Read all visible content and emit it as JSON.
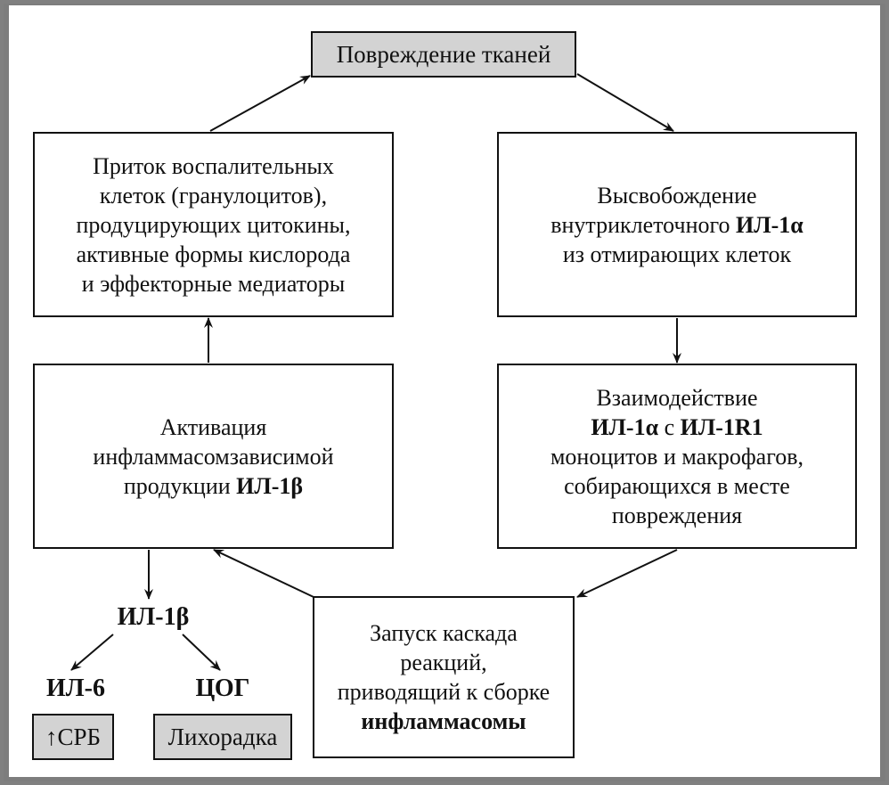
{
  "diagram": {
    "nodes": {
      "tissue_damage": {
        "lines": [
          [
            "Повреждение тканей"
          ]
        ]
      },
      "il1a_release": {
        "lines": [
          [
            "Высвобождение"
          ],
          [
            "внутриклеточного ",
            {
              "b": "ИЛ-1α"
            }
          ],
          [
            "из отмирающих клеток"
          ]
        ]
      },
      "il1a_interaction": {
        "lines": [
          [
            "Взаимодействие"
          ],
          [
            {
              "b": "ИЛ-1α"
            },
            " с ",
            {
              "b": "ИЛ-1R1"
            }
          ],
          [
            "моноцитов и макрофагов,"
          ],
          [
            "собирающихся в месте"
          ],
          [
            "повреждения"
          ]
        ]
      },
      "cascade_launch": {
        "lines": [
          [
            "Запуск каскада"
          ],
          [
            "реакций,"
          ],
          [
            "приводящий к сборке"
          ],
          [
            {
              "b": "инфламмасомы"
            }
          ]
        ]
      },
      "il1b_activation": {
        "lines": [
          [
            "Активация"
          ],
          [
            "инфламмасомзависимой"
          ],
          [
            "продукции ",
            {
              "b": "ИЛ-1β"
            }
          ]
        ]
      },
      "cell_influx": {
        "lines": [
          [
            "Приток воспалительных"
          ],
          [
            "клеток (гранулоцитов),"
          ],
          [
            "продуцирующих цитокины,"
          ],
          [
            "активные формы кислорода"
          ],
          [
            "и эффекторные медиаторы"
          ]
        ]
      },
      "crp": {
        "lines": [
          [
            "↑СРБ"
          ]
        ]
      },
      "fever": {
        "lines": [
          [
            "Лихорадка"
          ]
        ]
      }
    },
    "labels": {
      "il1b": "ИЛ-1β",
      "il6": "ИЛ-6",
      "cox": "ЦОГ"
    },
    "edges": [
      {
        "from": "tissue_damage",
        "to": "il1a_release"
      },
      {
        "from": "il1a_release",
        "to": "il1a_interaction"
      },
      {
        "from": "il1a_interaction",
        "to": "cascade_launch"
      },
      {
        "from": "cascade_launch",
        "to": "il1b_activation"
      },
      {
        "from": "il1b_activation",
        "to": "cell_influx"
      },
      {
        "from": "cell_influx",
        "to": "tissue_damage"
      },
      {
        "from": "il1b_activation",
        "to": "il1b"
      },
      {
        "from": "il1b",
        "to": "il6"
      },
      {
        "from": "il1b",
        "to": "cox"
      }
    ],
    "colors": {
      "highlight_fill": "#d3d3d3",
      "stroke": "#111111",
      "frame": "#7d7d7d"
    }
  }
}
